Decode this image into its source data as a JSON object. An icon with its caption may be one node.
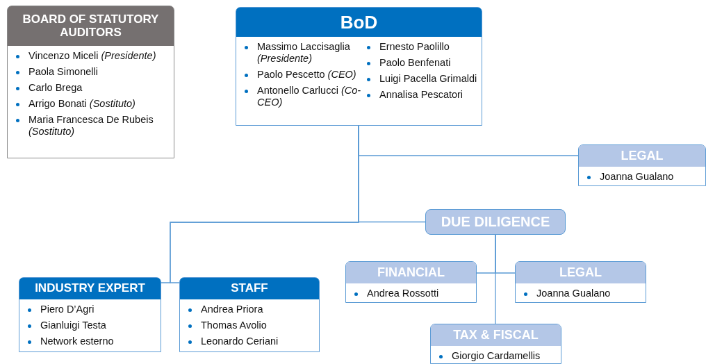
{
  "diagram": {
    "nodes": [
      {
        "text": [
          "BOARD OF STATUTORY AUDITORS",
          "Vincenzo Miceli *(Presidente)*",
          "Paola Simonelli",
          "Carlo Brega",
          "Arrigo Bonati *(Sostituto)*",
          "Maria Francesca De Rubeis *(Sostituto)*"
        ]
      },
      {
        "text": [
          "BoD",
          "Massimo Laccisaglia *(Presidente)*",
          "Paolo Pescetto *(CEO)*",
          "Antonello Carlucci *(Co-CEO)*",
          "Ernesto Paolillo",
          "Paolo Benfenati",
          "Luigi Pacella Grimaldi",
          "Annalisa Pescatori"
        ]
      },
      {
        "text": [
          "LEGAL",
          "Joanna Gualano"
        ]
      },
      {
        "text": [
          "DUE DILIGENCE"
        ]
      },
      {
        "text": [
          "INDUSTRY EXPERT",
          "Piero D’Agri",
          "Gianluigi Testa",
          "Network esterno"
        ]
      },
      {
        "text": [
          "STAFF",
          "Andrea Priora",
          "Thomas Avolio",
          "Leonardo Ceriani"
        ]
      },
      {
        "text": [
          "FINANCIAL",
          "Andrea Rossotti"
        ]
      },
      {
        "text": [
          "LEGAL",
          "Joanna Gualano"
        ]
      },
      {
        "text": [
          "TAX & FISCAL",
          "Giorgio Cardamellis"
        ]
      }
    ],
    "edges": [
      {
        "from": 1,
        "to": 2,
        "arrow": "none"
      },
      {
        "from": 1,
        "to": 3,
        "arrow": "none"
      },
      {
        "from": 1,
        "to": 4,
        "arrow": "none"
      },
      {
        "from": 1,
        "to": 5,
        "arrow": "none"
      },
      {
        "from": 3,
        "to": 6,
        "arrow": "none"
      },
      {
        "from": 3,
        "to": 7,
        "arrow": "none"
      },
      {
        "from": 3,
        "to": 8,
        "arrow": "none"
      }
    ]
  }
}
